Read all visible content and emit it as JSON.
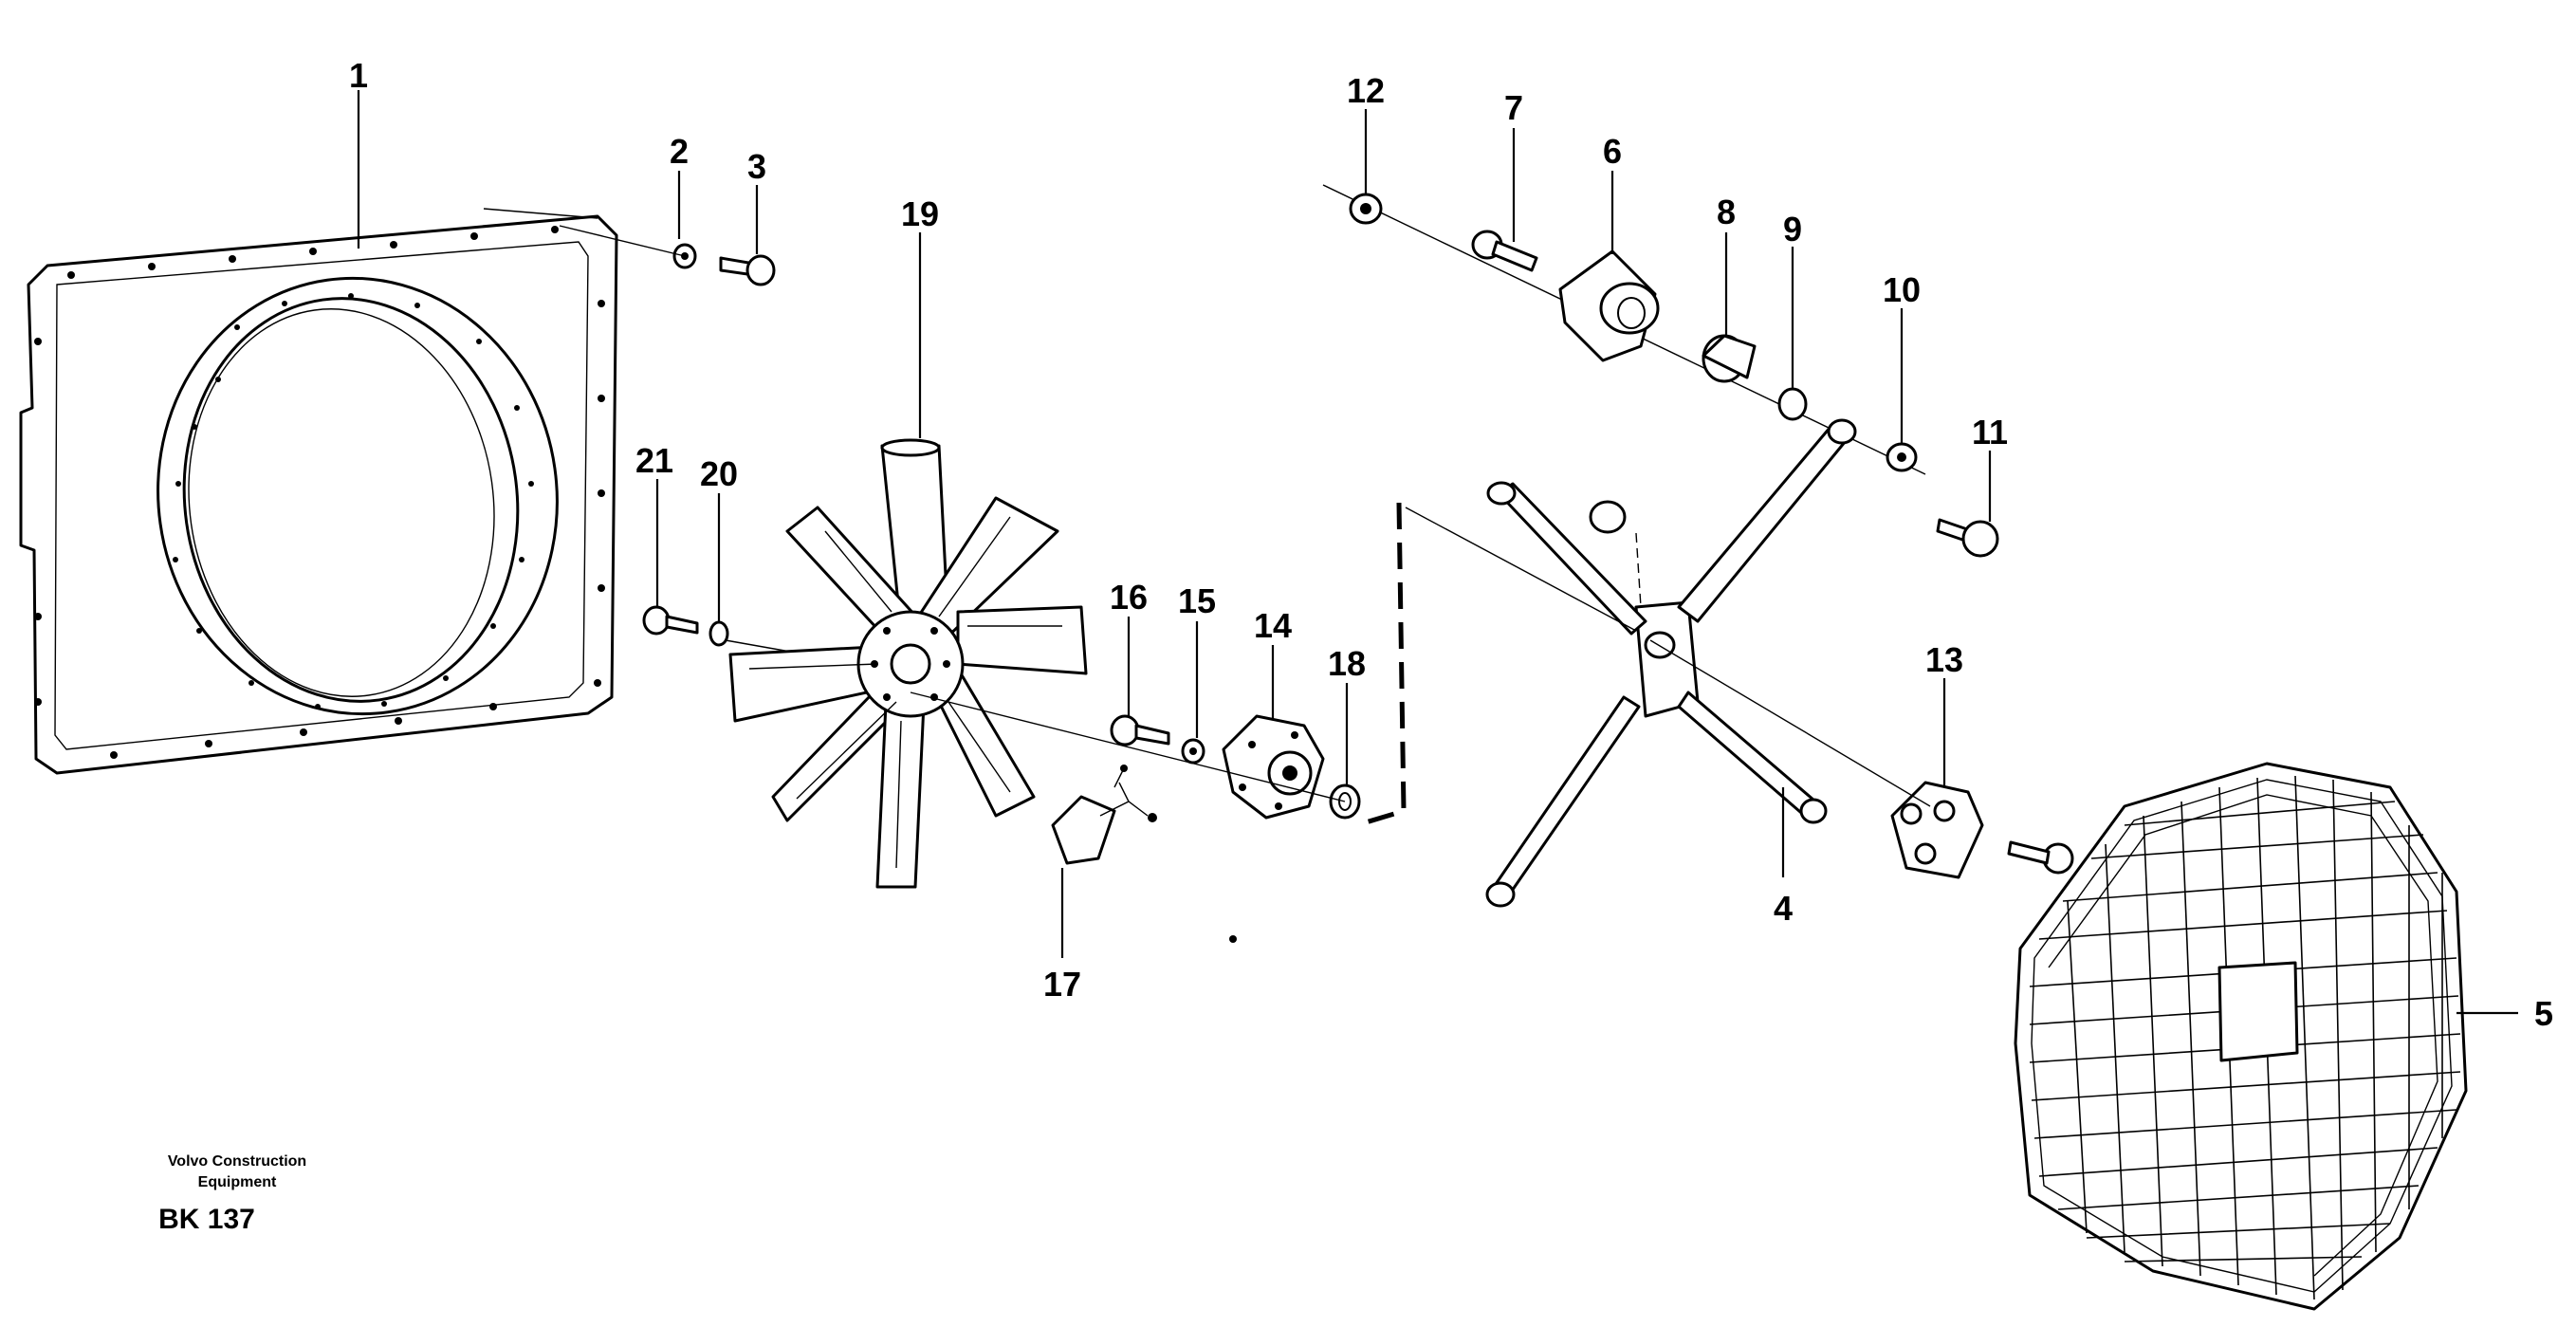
{
  "callouts": {
    "n1": "1",
    "n2": "2",
    "n3": "3",
    "n4": "4",
    "n5": "5",
    "n6": "6",
    "n7": "7",
    "n8": "8",
    "n9": "9",
    "n10": "10",
    "n11": "11",
    "n12": "12",
    "n13": "13",
    "n14": "14",
    "n15": "15",
    "n16": "16",
    "n17": "17",
    "n18": "18",
    "n19": "19",
    "n20": "20",
    "n21": "21"
  },
  "credit": {
    "line1": "Volvo Construction",
    "line2": "Equipment",
    "code": "BK 137"
  },
  "icons": {
    "fan_shroud": "fan-shroud-icon",
    "fan": "fan-blade-icon",
    "fan_guard": "fan-guard-icon",
    "bracket": "bracket-icon"
  }
}
